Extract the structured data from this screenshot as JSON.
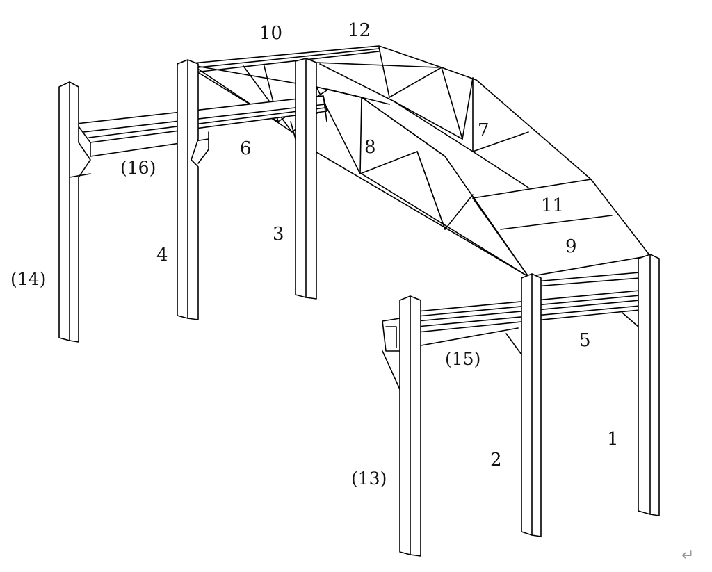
{
  "labels": {
    "l1": "1",
    "l2": "2",
    "l3": "3",
    "l4": "4",
    "l5": "5",
    "l6": "6",
    "l7": "7",
    "l8": "8",
    "l9": "9",
    "l10": "10",
    "l11": "11",
    "l12": "12",
    "l13": "(13)",
    "l14": "(14)",
    "l15": "(15)",
    "l16": "(16)"
  },
  "return_mark": "↵"
}
